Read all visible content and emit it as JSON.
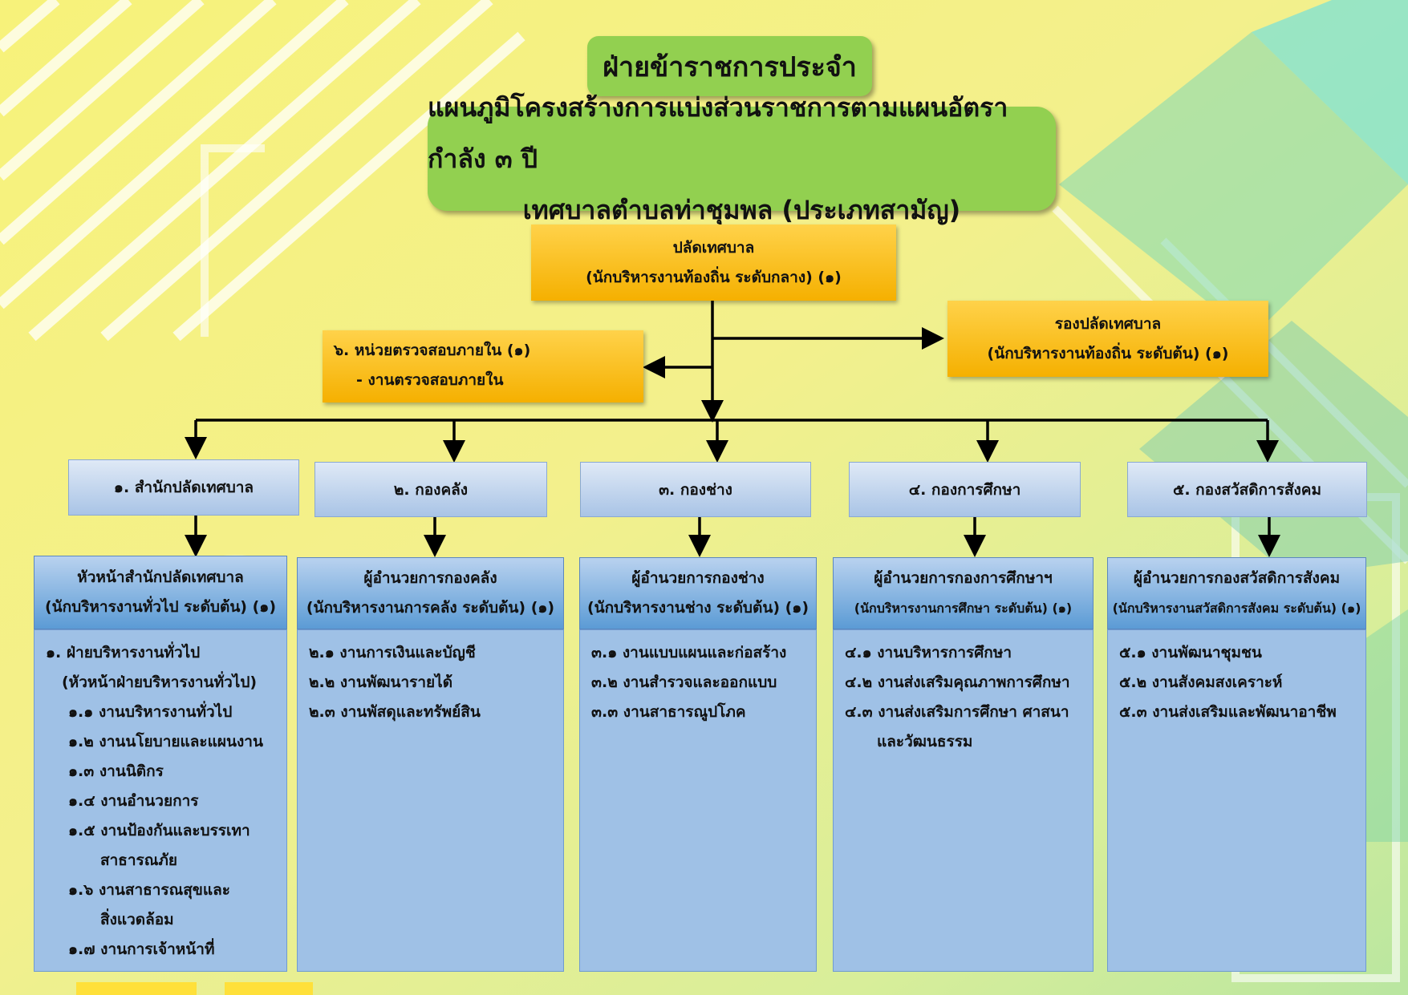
{
  "title": {
    "top": "ฝ่ายข้าราชการประจำ",
    "line1": "แผนภูมิโครงสร้างการแบ่งส่วนราชการตามแผนอัตรากำลัง ๓ ปี",
    "line2": "เทศบาลตำบลท่าชุมพล (ประเภทสามัญ)"
  },
  "chief": {
    "title": "ปลัดเทศบาล",
    "rank": "(นักบริหารงานท้องถิ่น ระดับกลาง) (๑)"
  },
  "deputy": {
    "title": "รองปลัดเทศบาล",
    "rank": "(นักบริหารงานท้องถิ่น ระดับต้น) (๑)"
  },
  "audit": {
    "title": "๖. หน่วยตรวจสอบภายใน (๑)",
    "item": "- งานตรวจสอบภายใน"
  },
  "departments": [
    {
      "name": "๑. สำนักปลัดเทศบาล",
      "head": "หัวหน้าสำนักปลัดเทศบาล",
      "head_rank": "(นักบริหารงานทั่วไป ระดับต้น) (๑)",
      "items": [
        "๑. ฝ่ายบริหารงานทั่วไป",
        "(หัวหน้าฝ่ายบริหารงานทั่วไป)",
        "๑.๑ งานบริหารงานทั่วไป",
        "๑.๒ งานนโยบายและแผนงาน",
        "๑.๓ งานนิติกร",
        "๑.๔ งานอำนวยการ",
        "๑.๕ งานป้องกันและบรรเทา",
        "สาธารณภัย",
        "๑.๖ งานสาธารณสุขและ",
        "สิ่งแวดล้อม",
        "๑.๗ งานการเจ้าหน้าที่"
      ]
    },
    {
      "name": "๒. กองคลัง",
      "head": "ผู้อำนวยการกองคลัง",
      "head_rank": "(นักบริหารงานการคลัง ระดับต้น) (๑)",
      "items": [
        "๒.๑ งานการเงินและบัญชี",
        "๒.๒ งานพัฒนารายได้",
        "๒.๓ งานพัสดุและทรัพย์สิน"
      ]
    },
    {
      "name": "๓. กองช่าง",
      "head": "ผู้อำนวยการกองช่าง",
      "head_rank": "(นักบริหารงานช่าง ระดับต้น) (๑)",
      "items": [
        "๓.๑ งานแบบแผนและก่อสร้าง",
        "๓.๒ งานสำรวจและออกแบบ",
        "๓.๓ งานสาธารณูปโภค"
      ]
    },
    {
      "name": "๔. กองการศึกษา",
      "head": "ผู้อำนวยการกองการศึกษาฯ",
      "head_rank": "(นักบริหารงานการศึกษา ระดับต้น) (๑)",
      "items": [
        "๔.๑ งานบริหารการศึกษา",
        "๔.๒ งานส่งเสริมคุณภาพการศึกษา",
        "๔.๓ งานส่งเสริมการศึกษา ศาสนา",
        "และวัฒนธรรม"
      ]
    },
    {
      "name": "๕. กองสวัสดิการสังคม",
      "head": "ผู้อำนวยการกองสวัสดิการสังคม",
      "head_rank": "(นักบริหารงานสวัสดิการสังคม ระดับต้น) (๑)",
      "items": [
        "๕.๑ งานพัฒนาชุมชน",
        "๕.๒ งานสังคมสงเคราะห์",
        "๕.๓ งานส่งเสริมและพัฒนาอาชีพ"
      ]
    }
  ]
}
